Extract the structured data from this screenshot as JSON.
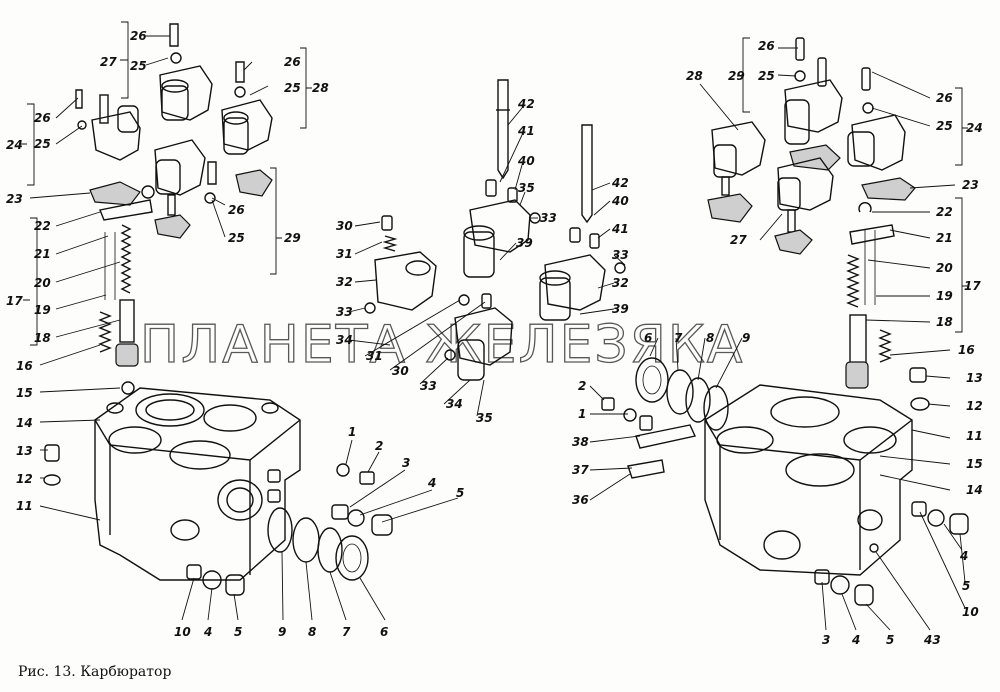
{
  "caption": "Рис. 13. Карбюратор",
  "watermark": "ПЛАНЕТА ЖЕЛЕЗЯКА",
  "callouts": {
    "left": [
      "26",
      "27",
      "25",
      "26",
      "25",
      "28",
      "24",
      "26",
      "25",
      "23",
      "22",
      "26",
      "25",
      "29",
      "21",
      "20",
      "17",
      "19",
      "18",
      "16",
      "15",
      "14",
      "13",
      "12",
      "11",
      "1",
      "2",
      "3",
      "4",
      "5",
      "10",
      "4",
      "5",
      "9",
      "8",
      "7",
      "6"
    ],
    "center": [
      "42",
      "41",
      "40",
      "35",
      "33",
      "30",
      "31",
      "32",
      "39",
      "33",
      "34",
      "31",
      "30",
      "33",
      "34",
      "35",
      "42",
      "40",
      "41",
      "33",
      "32",
      "39"
    ],
    "right": [
      "26",
      "29",
      "25",
      "28",
      "26",
      "25",
      "24",
      "27",
      "23",
      "22",
      "21",
      "20",
      "19",
      "17",
      "18",
      "16",
      "6",
      "7",
      "8",
      "9",
      "2",
      "1",
      "38",
      "37",
      "36",
      "13",
      "12",
      "11",
      "15",
      "14",
      "4",
      "5",
      "10",
      "3",
      "4",
      "5",
      "43"
    ]
  }
}
